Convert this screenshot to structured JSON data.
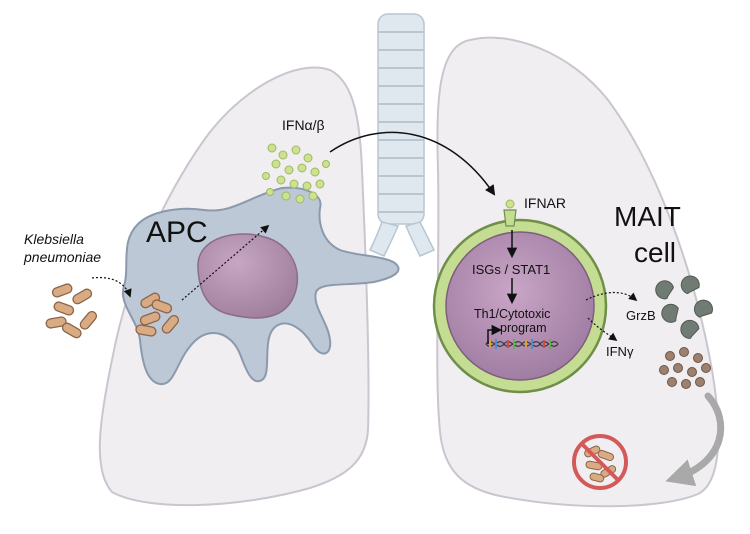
{
  "labels": {
    "ifn_alpha_beta": "IFNα/β",
    "apc": "APC",
    "klebsiella_line1": "Klebsiella",
    "klebsiella_line2": "pneumoniae",
    "ifnar": "IFNAR",
    "mait_line1": "MAIT",
    "mait_line2": "cell",
    "isgs_stat1": "ISGs / STAT1",
    "th1_line1": "Th1/Cytotoxic",
    "th1_line2": "program",
    "grzb": "GrzB",
    "ifng": "IFNγ"
  },
  "colors": {
    "lung_fill": "#f1eef2",
    "lung_stroke": "#c9c4cc",
    "trachea": "#dce6ee",
    "apc_body": "#bcc8d6",
    "apc_nucleus": "#a88aa6",
    "ifn_particles": "#c8de86",
    "mait_outer": "#9cc26a",
    "mait_inner": "#a884a6",
    "bacteria": "#d7aa83",
    "grzb_shapes": "#6e7a72",
    "ifng_particles": "#9a7f6e",
    "no_sign": "#d65c5c"
  },
  "icons": {
    "trachea": "trachea-icon",
    "lungs": "lungs-icon",
    "bacteria": "bacteria-icon",
    "dna": "dna-icon",
    "prohibited": "no-bacteria-icon"
  }
}
